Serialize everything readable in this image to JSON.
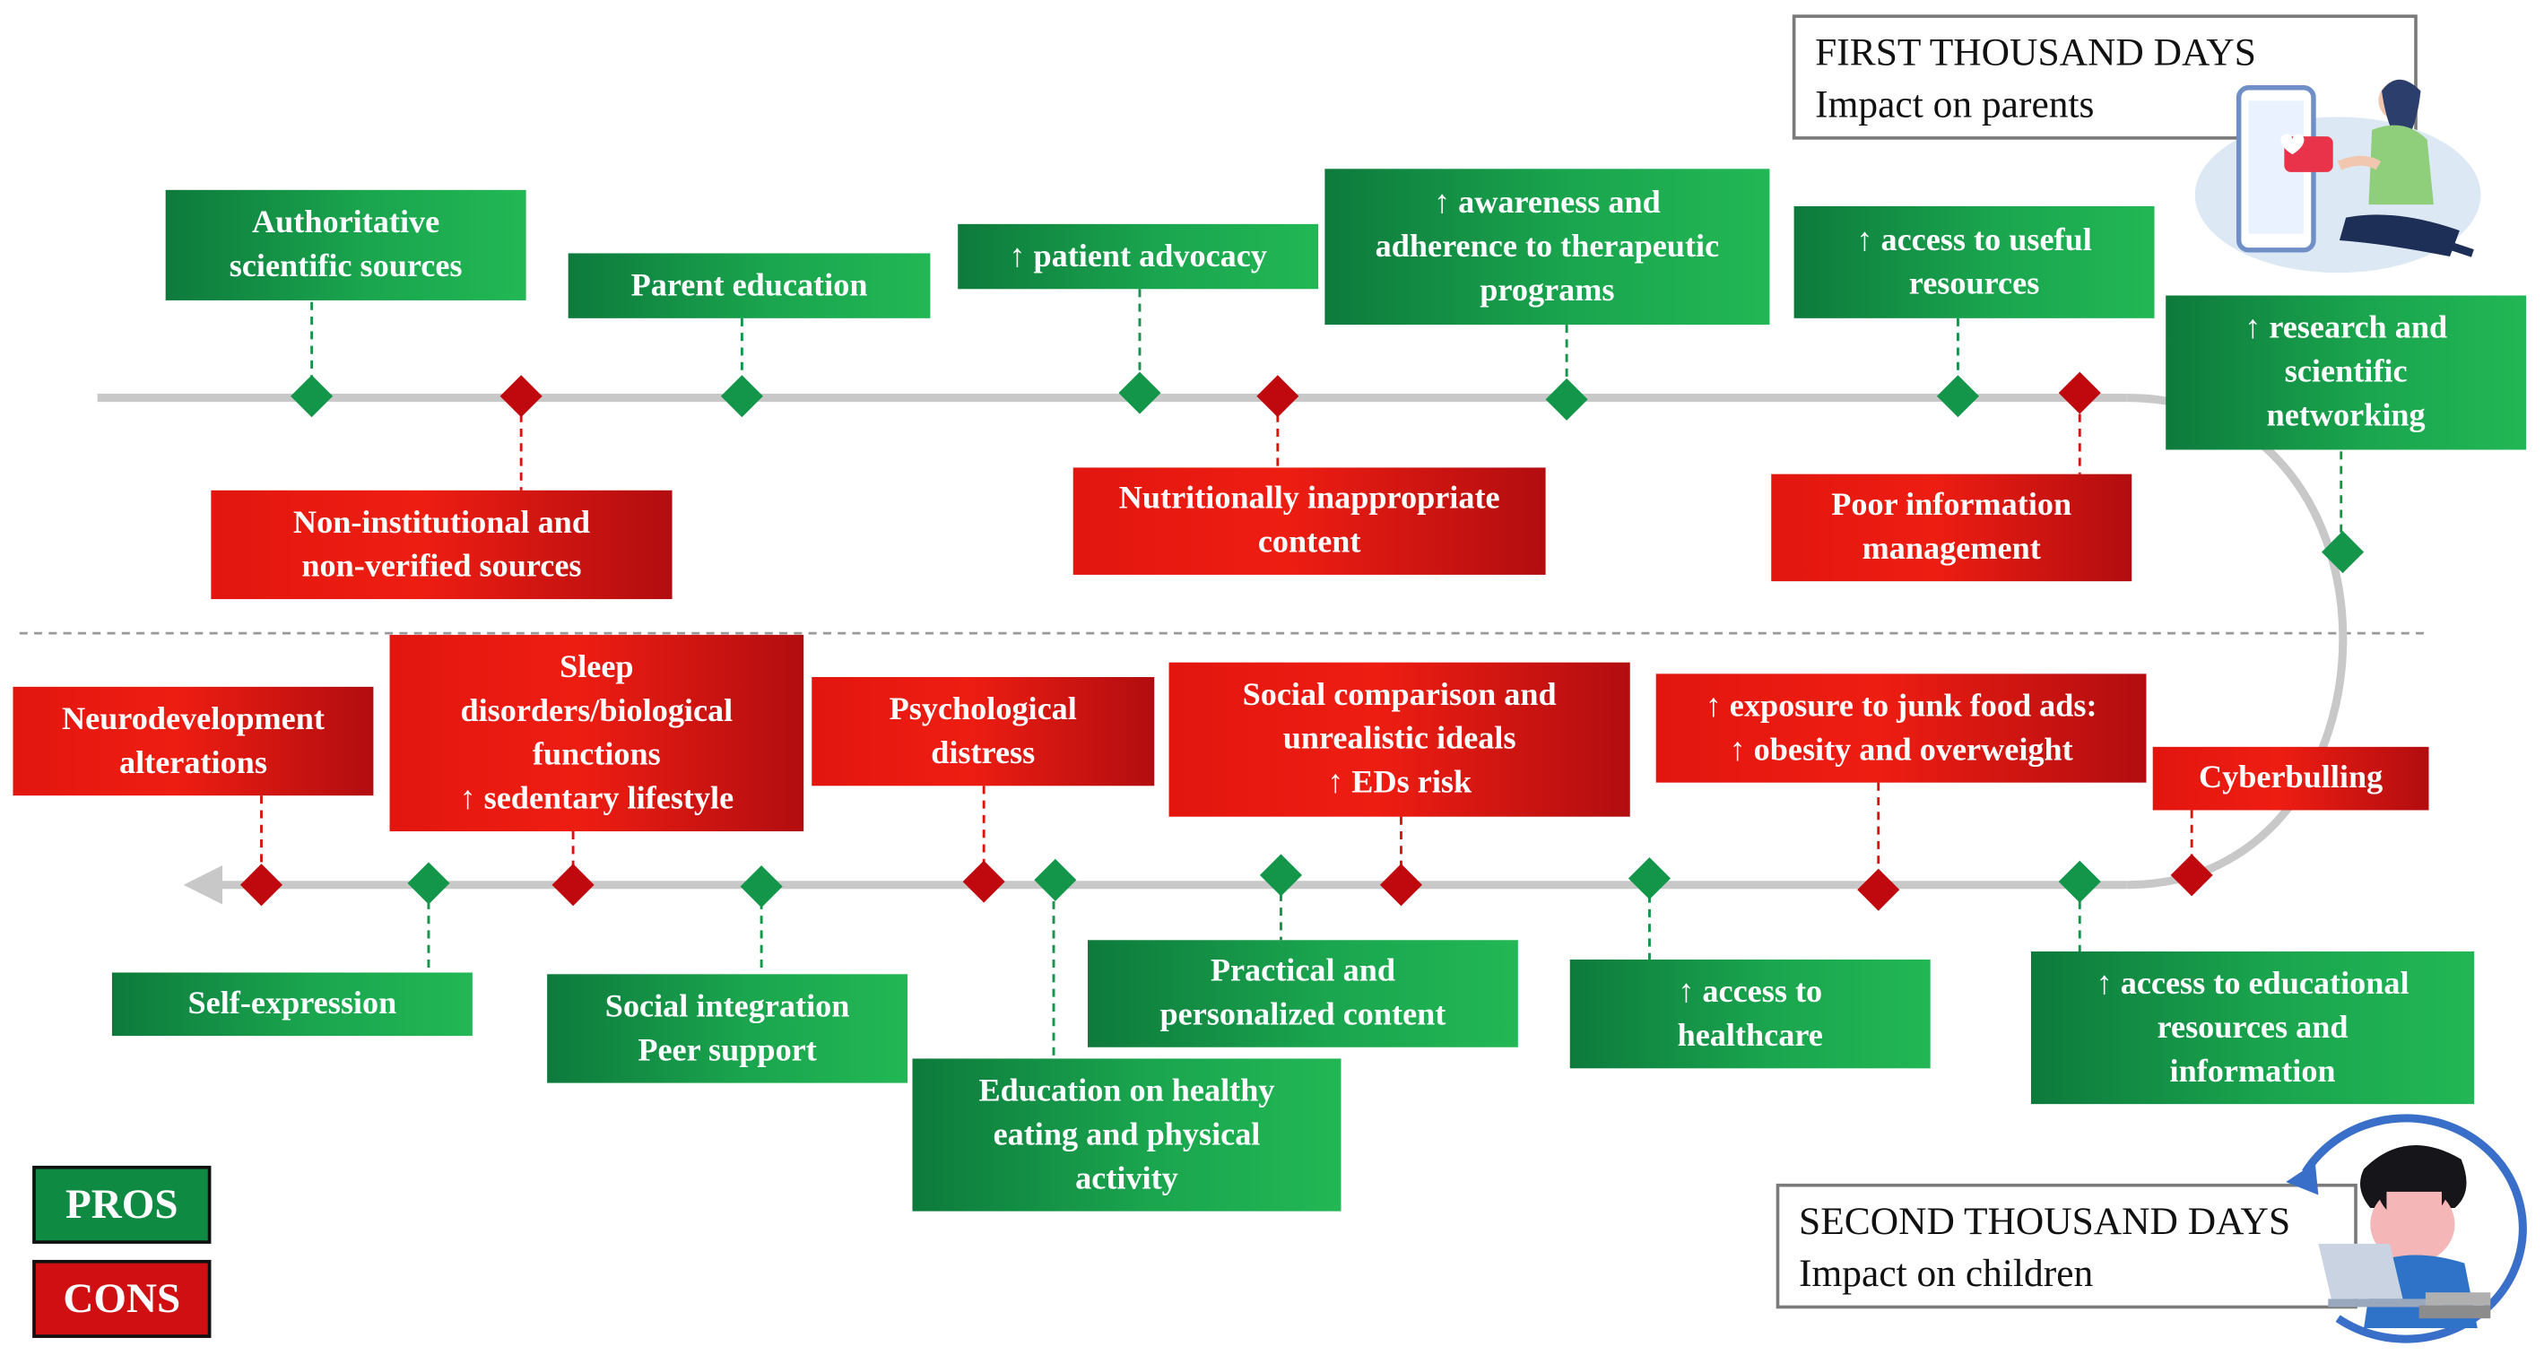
{
  "headers": {
    "first": {
      "title": "FIRST THOUSAND DAYS",
      "subtitle": "Impact on parents"
    },
    "second": {
      "title": "SECOND THOUSAND DAYS",
      "subtitle": "Impact on children"
    }
  },
  "legend": {
    "pros": "PROS",
    "cons": "CONS"
  },
  "colors": {
    "pro": "#13954a",
    "con": "#d9140f",
    "timeline": "#c8c8c8"
  },
  "first_thousand_days": {
    "pros": [
      "Authoritative\nscientific sources",
      "Parent education",
      "↑ patient advocacy",
      "↑ awareness and\nadherence to therapeutic\nprograms",
      "↑  access to useful\nresources",
      "↑ research and\nscientific\nnetworking"
    ],
    "cons": [
      "Non-institutional and\nnon-verified sources",
      "Nutritionally inappropriate\ncontent",
      "Poor information\nmanagement"
    ]
  },
  "second_thousand_days": {
    "cons": [
      "Neurodevelopment\nalterations",
      "Sleep\ndisorders/biological\nfunctions\n↑  sedentary lifestyle",
      "Psychological\ndistress",
      "Social comparison  and\nunrealistic ideals\n↑ EDs risk",
      "↑ exposure to junk food ads:\n↑  obesity and overweight",
      "Cyberbulling"
    ],
    "pros": [
      "Self-expression",
      "Social integration\nPeer support",
      "Education on healthy\neating and physical\nactivity",
      "Practical and\npersonalized content",
      "↑ access to\nhealthcare",
      "↑ access to educational\nresources and\ninformation"
    ]
  },
  "illustrations": [
    "parent-with-phone-illustration",
    "child-with-laptop-illustration"
  ]
}
